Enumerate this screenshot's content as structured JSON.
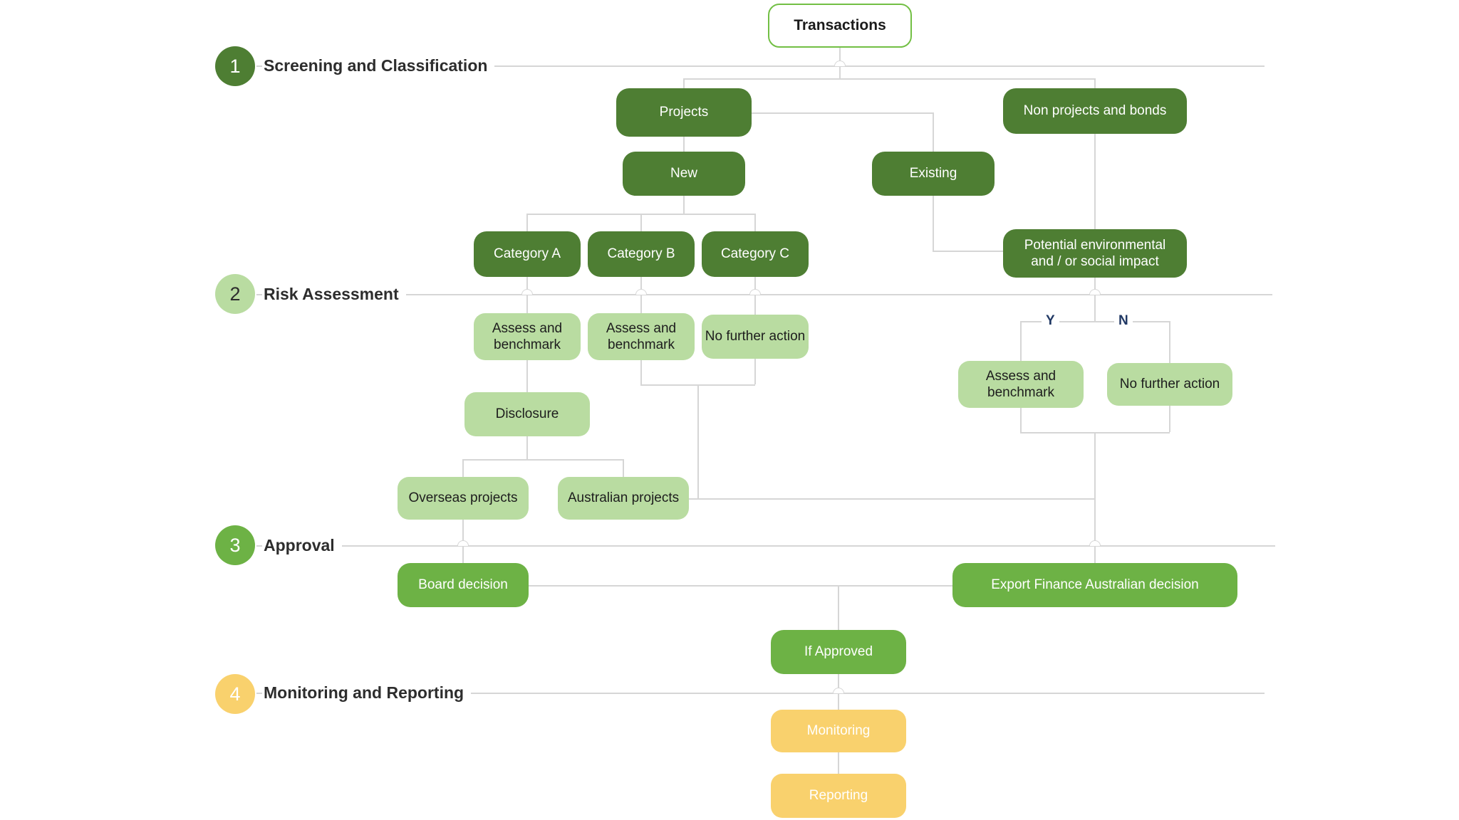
{
  "stages": [
    {
      "number": "1",
      "label": "Screening and Classification"
    },
    {
      "number": "2",
      "label": "Risk Assessment"
    },
    {
      "number": "3",
      "label": "Approval"
    },
    {
      "number": "4",
      "label": "Monitoring and Reporting"
    }
  ],
  "nodes": {
    "transactions": "Transactions",
    "projects": "Projects",
    "non_projects": "Non projects and bonds",
    "new": "New",
    "existing": "Existing",
    "category_a": "Category A",
    "category_b": "Category B",
    "category_c": "Category C",
    "potential_impact": "Potential environmental and / or social impact",
    "assess_a": "Assess and benchmark",
    "assess_b": "Assess and benchmark",
    "no_further_c": "No further action",
    "assess_y": "Assess and benchmark",
    "no_further_n": "No further action",
    "disclosure": "Disclosure",
    "overseas": "Overseas projects",
    "australian": "Australian projects",
    "board": "Board decision",
    "export_decision": "Export Finance Australian decision",
    "if_approved": "If Approved",
    "monitoring": "Monitoring",
    "reporting": "Reporting"
  },
  "branch_labels": {
    "yes": "Y",
    "no": "N"
  },
  "colors": {
    "dark_green": "#4e7e33",
    "light_green": "#b9dca1",
    "medium_green": "#6db245",
    "yellow": "#f9d16d",
    "outline_green": "#72bf44",
    "branch_label_navy": "#203864",
    "connector_gray": "#d6d6d6"
  }
}
